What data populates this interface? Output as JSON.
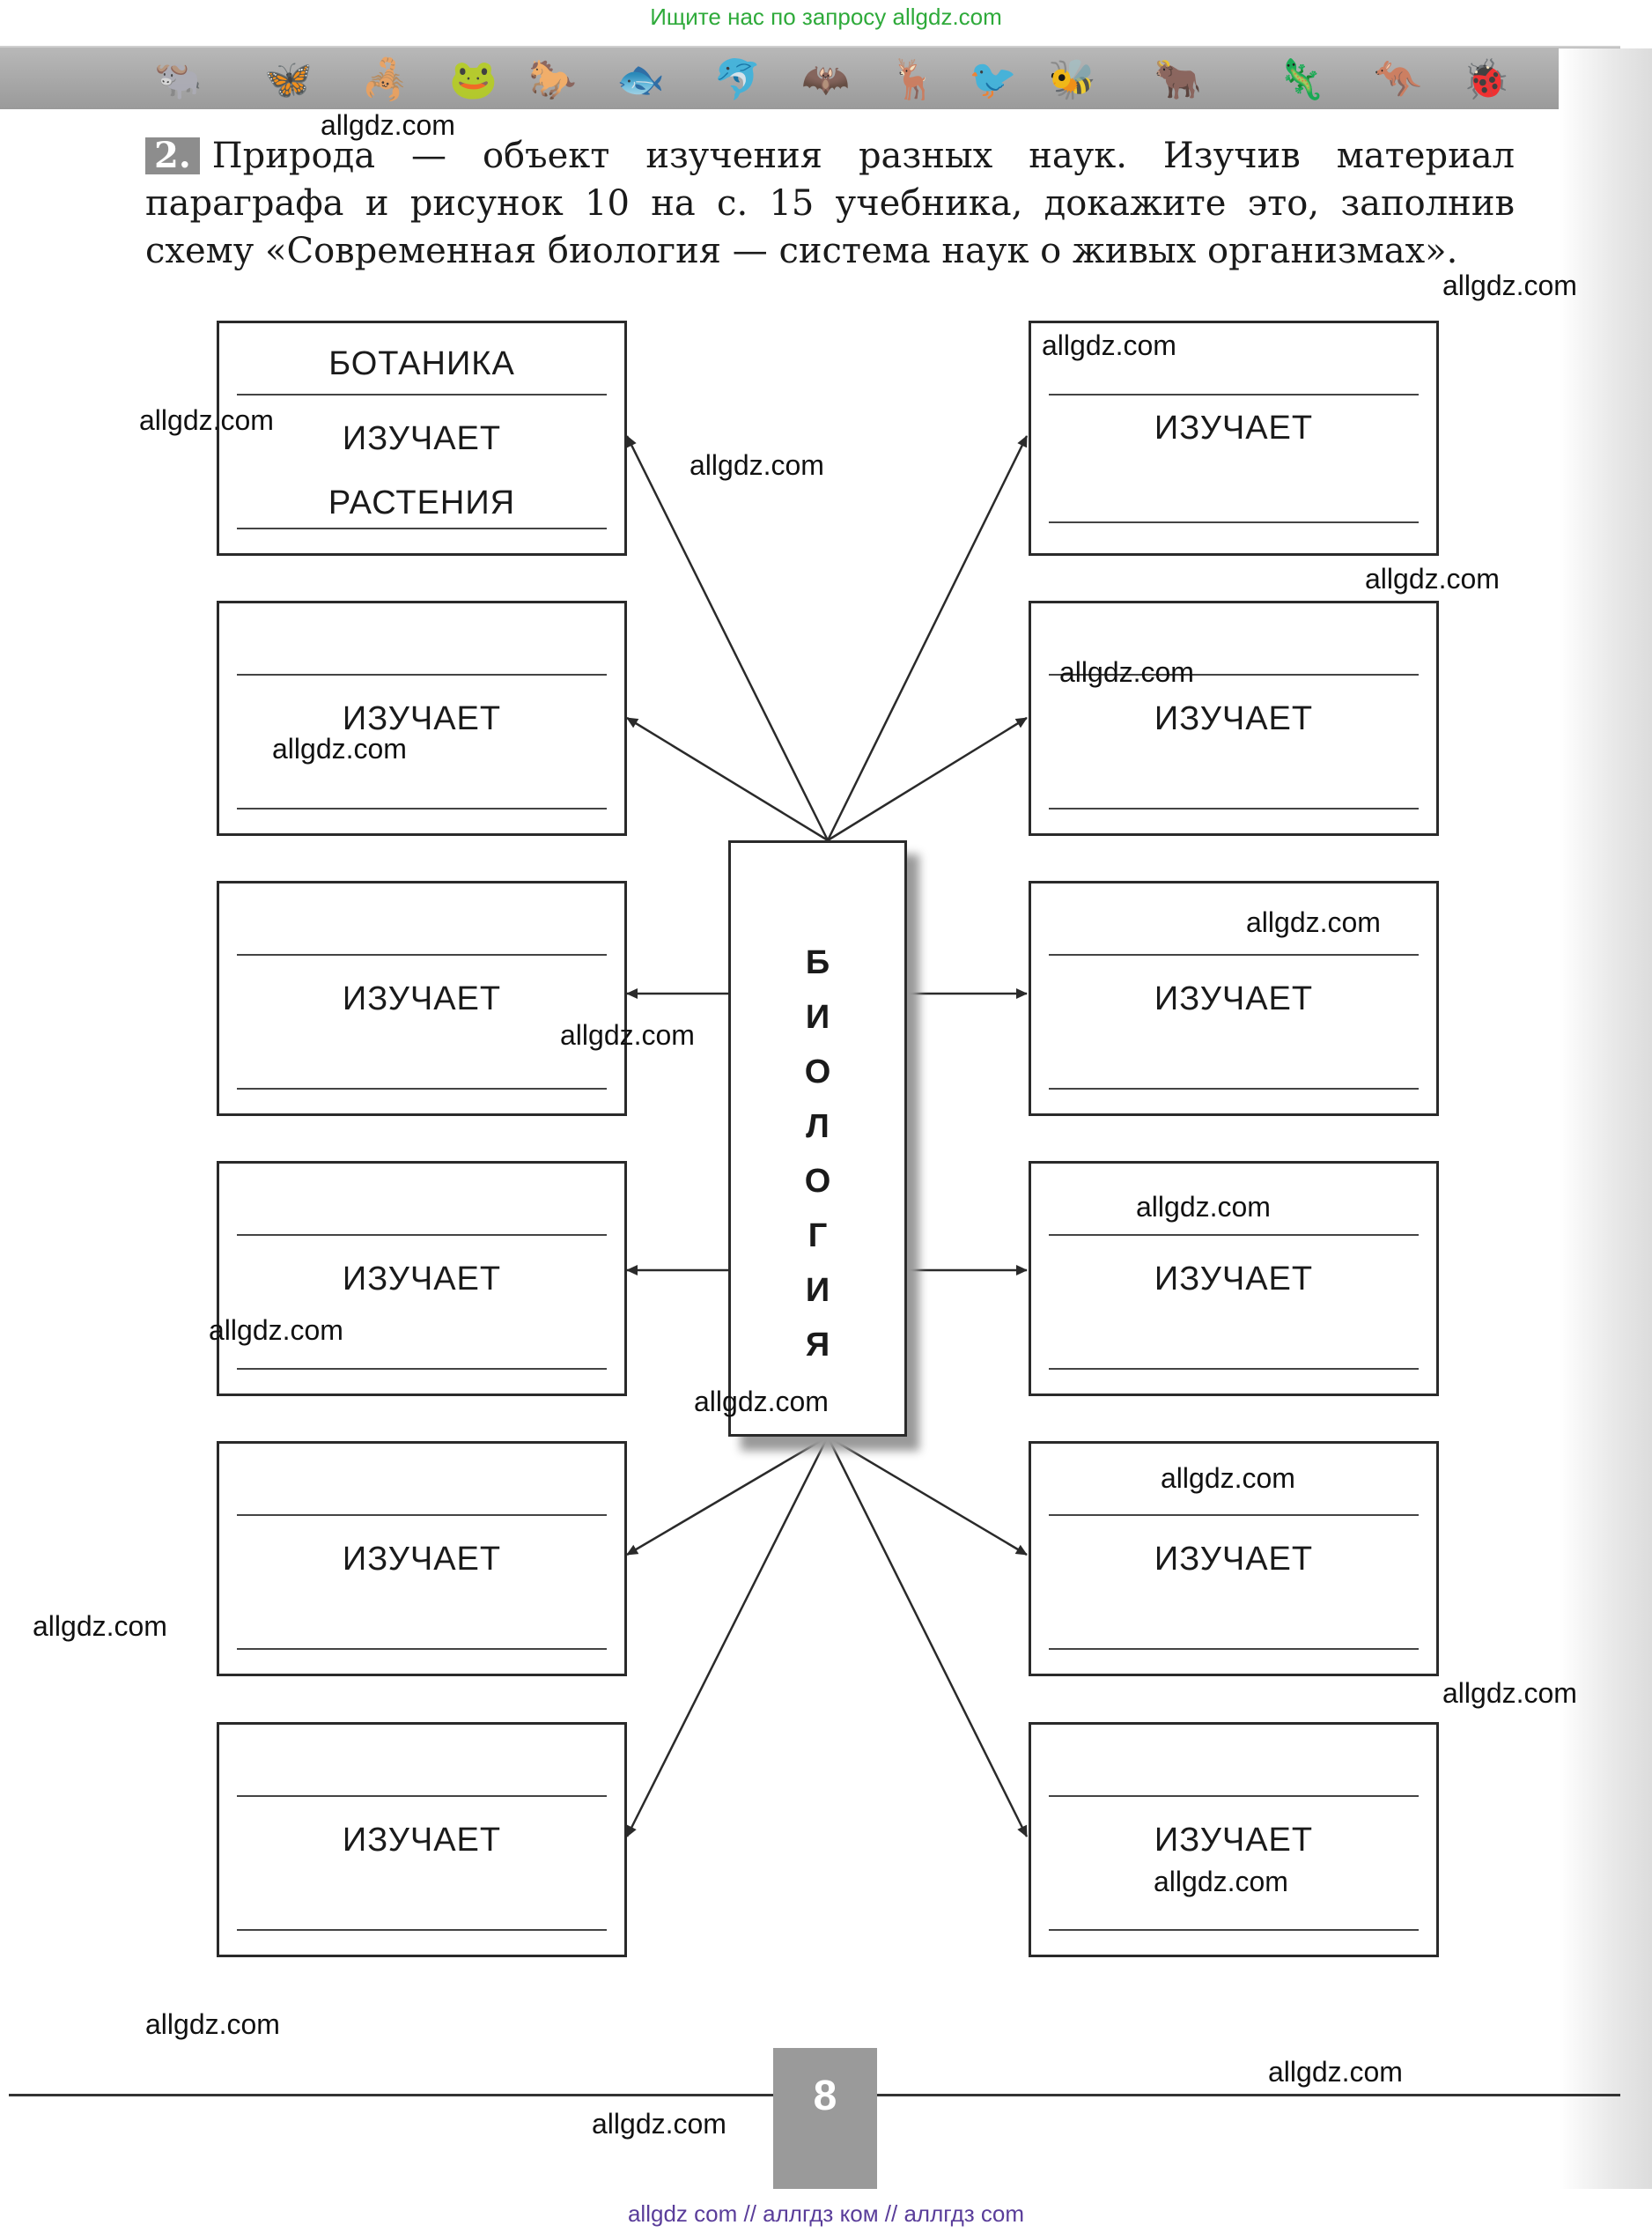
{
  "header": {
    "search_hint": "Ищите нас по запросу allgdz.com"
  },
  "banner": {
    "icons": [
      "bison-icon",
      "butterfly-icon",
      "scorpion-icon",
      "frog-icon",
      "horse-icon",
      "fish-icon",
      "dolphin-icon",
      "bat-icon",
      "deer-icon",
      "bird-icon",
      "insect-icon",
      "bull-icon",
      "lizard-icon",
      "kangaroo-icon",
      "beetle-icon"
    ]
  },
  "task": {
    "number": "2.",
    "text": "Природа — объект изучения разных наук. Изучив материал параграфа и рисунок 10 на с. 15 учебника, докажите это, заполнив схему «Современная биология — система наук о живых организмах»."
  },
  "diagram": {
    "center_letters": [
      "Б",
      "И",
      "О",
      "Л",
      "О",
      "Г",
      "И",
      "Я"
    ],
    "verb": "ИЗУЧАЕТ",
    "boxes_left": [
      {
        "top": "БОТАНИКА",
        "bottom": "РАСТЕНИЯ"
      },
      {
        "top": "",
        "bottom": ""
      },
      {
        "top": "",
        "bottom": ""
      },
      {
        "top": "",
        "bottom": ""
      },
      {
        "top": "",
        "bottom": ""
      },
      {
        "top": "",
        "bottom": ""
      }
    ],
    "boxes_right": [
      {
        "top": "",
        "bottom": ""
      },
      {
        "top": "",
        "bottom": ""
      },
      {
        "top": "",
        "bottom": ""
      },
      {
        "top": "",
        "bottom": ""
      },
      {
        "top": "",
        "bottom": ""
      },
      {
        "top": "",
        "bottom": ""
      }
    ]
  },
  "watermark": "allgdz.com",
  "page_number": "8",
  "footer": {
    "links": "allgdz com  //  аллгдз ком  //  аллгдз com"
  }
}
